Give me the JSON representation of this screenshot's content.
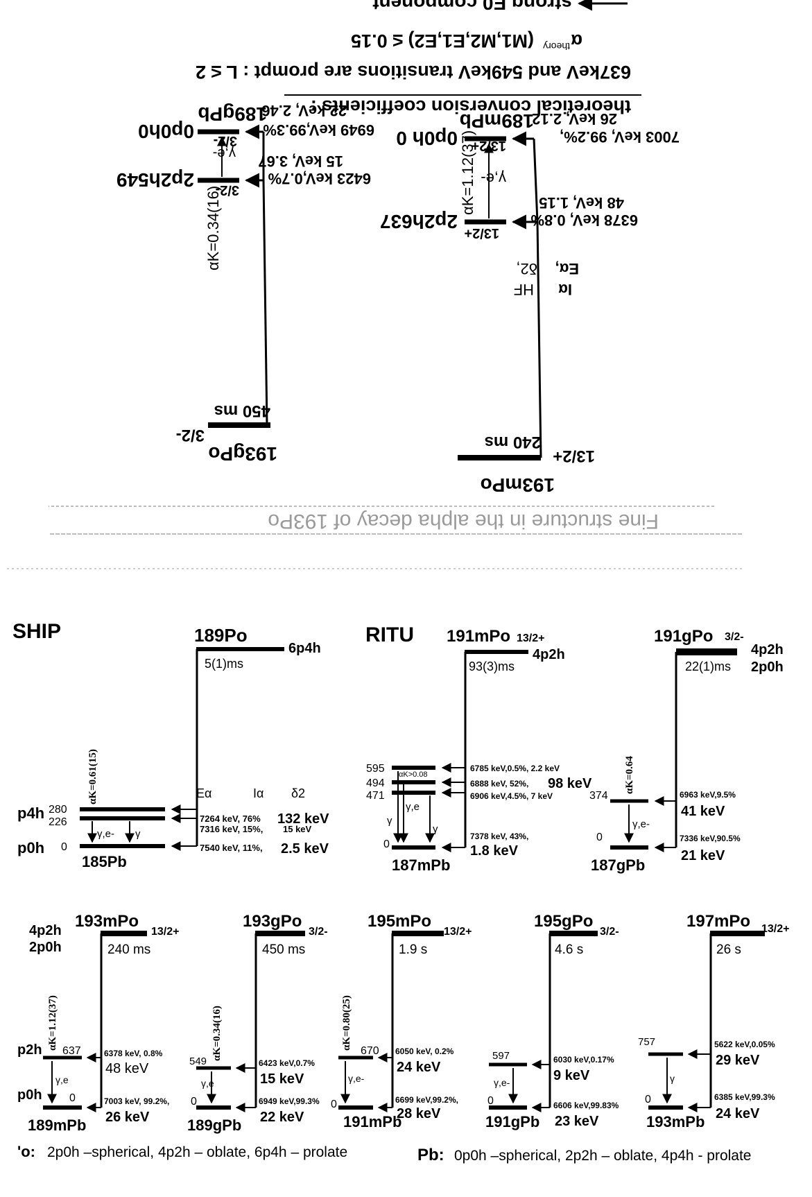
{
  "upper": {
    "header": {
      "e0": "strong E0 component",
      "alpha_sym": "α",
      "alpha_sup": "theory",
      "alpha_rest": "(M1,M2,E1,E2) ≤ 0.15",
      "prompt": "637keV and 549keV transitions are prompt : L ≤ 2",
      "coeff": "theoretical conversion coefficients :"
    },
    "right_scheme": {
      "parent": "193mPo",
      "parent_spin": "13/2+",
      "parent_half": "240 ms",
      "daughter": "189mPb",
      "daughter_half": "26 keV, 2.12",
      "l0_name": "0p0h 0",
      "l0_spin": "13/2+",
      "l0_branch": "7003 keV, 99.2%,",
      "l1_name": "2p2h637",
      "l1_spin": "13/2+",
      "l1_branch": "6378 keV, 0.8%",
      "l1_hf": "48 keV, 1.15",
      "alpha_k": "αK=1.12(37)",
      "gamma": "γ,e-",
      "legend_e": "Eα,",
      "legend_i": "Iα",
      "legend_d": "δ2,",
      "legend_hf": "HF"
    },
    "left_scheme": {
      "parent": "193gPo",
      "parent_spin": "3/2-",
      "parent_half": "450 ms",
      "daughter": "189gPb",
      "daughter_half": "22 keV, 2.46",
      "l0_name": "0p0h0",
      "l0_spin": "3/2-",
      "l0_branch": "6949 keV,99.3%",
      "l1_name": "2p2h549",
      "l1_spin": "3/2-",
      "l1_branch": "6423 keV,0.7%",
      "l1_hf": "15 keV, 3.67",
      "alpha_k": "αK=0.34(16)",
      "gamma": "γ,e-"
    },
    "caption": "Fine structure in the alpha decay of 193Po"
  },
  "ship": {
    "facility": "SHIP",
    "parent": "189Po",
    "config": "6p4h",
    "half": "5(1)ms",
    "col_e": "Eα",
    "col_i": "Iα",
    "col_d": "δ2",
    "l280": "280",
    "l226": "226",
    "l0": "0",
    "b280": "7264 keV, 76%",
    "d280": "132 keV",
    "b226": "7316 keV, 15%,",
    "d226": "15 keV",
    "b0": "7540 keV, 11%,",
    "d0": "2.5 keV",
    "band_p4h": "p4h",
    "band_p0h": "p0h",
    "alpha_k": "αK=0.61(15)",
    "gamma": "γ",
    "gamma_e": "γ,e-",
    "daughter": "185Pb"
  },
  "ritu": {
    "facility": "RITU",
    "parent": "191mPo",
    "spin": "13/2+",
    "half": "93(3)ms",
    "config": "4p2h",
    "l595": "595",
    "l494": "494",
    "l471": "471",
    "l0": "0",
    "b595": "6785 keV,0.5%, 2.2 keV",
    "b494": "6888 keV, 52%,",
    "d494": "98 keV",
    "b471": "6906 keV,4.5%, 7 keV",
    "b0": "7378 keV, 43%,",
    "d0": "1.8 keV",
    "alpha_k": "αK>0.08",
    "gamma": "γ",
    "gamma_e": "γ,e",
    "daughter": "187mPb"
  },
  "po191g": {
    "parent": "191gPo",
    "spin": "3/2-",
    "half": "22(1)ms",
    "config1": "4p2h",
    "config2": "2p0h",
    "l374": "374",
    "l0": "0",
    "b374": "6963 keV,9.5%",
    "d374": "41 keV",
    "b0": "7336 keV,90.5%",
    "d0": "21 keV",
    "alpha_k": "αK=0.64",
    "gamma_e": "γ,e-",
    "daughter": "187gPb"
  },
  "row3": {
    "c1": {
      "parent": "193mPo",
      "spin": "13/2+",
      "half": "240 ms",
      "cfg1": "4p2h",
      "cfg2": "2p0h",
      "band1": "p2h",
      "band0": "p0h",
      "lhi": "637",
      "l0": "0",
      "bhi": "6378 keV, 0.8%",
      "dhi": "48 keV",
      "b0": "7003 keV, 99.2%,",
      "d0": "26 keV",
      "alpha_k": "αK=1.12(37)",
      "gamma": "γ,e",
      "daughter": "189mPb"
    },
    "c2": {
      "parent": "193gPo",
      "spin": "3/2-",
      "half": "450 ms",
      "lhi": "549",
      "l0": "0",
      "bhi": "6423 keV,0.7%",
      "dhi": "15 keV",
      "b0": "6949 keV,99.3%",
      "d0": "22 keV",
      "alpha_k": "αK=0.34(16)",
      "gamma": "γ,e",
      "daughter": "189gPb"
    },
    "c3": {
      "parent": "195mPo",
      "spin": "13/2+",
      "half": "1.9 s",
      "lhi": "670",
      "l0": "0",
      "bhi": "6050 keV, 0.2%",
      "dhi": "24 keV",
      "b0": "6699 keV,99.2%,",
      "d0": "28 keV",
      "alpha_k": "αK=0.80(25)",
      "gamma": "γ,e-",
      "daughter": "191mPb"
    },
    "c4": {
      "parent": "195gPo",
      "spin": "3/2-",
      "half": "4.6 s",
      "lhi": "597",
      "l0": "0",
      "bhi": "6030 keV,0.17%",
      "dhi": "9 keV",
      "b0": "6606 keV,99.83%",
      "d0": "23 keV",
      "gamma": "γ,e-",
      "daughter": "191gPb"
    },
    "c5": {
      "parent": "197mPo",
      "spin": "13/2+",
      "half": "26 s",
      "lhi": "757",
      "l0": "0",
      "bhi": "5622 keV,0.05%",
      "dhi": "29 keV",
      "b0": "6385 keV,99.3%",
      "d0": "24 keV",
      "gamma": "γ",
      "daughter": "193mPb"
    }
  },
  "footer": {
    "po_label": "'o:",
    "po_text": "2p0h –spherical, 4p2h – oblate, 6p4h – prolate",
    "pb_label": "Pb:",
    "pb_text": "0p0h –spherical, 2p2h – oblate, 4p4h - prolate"
  }
}
